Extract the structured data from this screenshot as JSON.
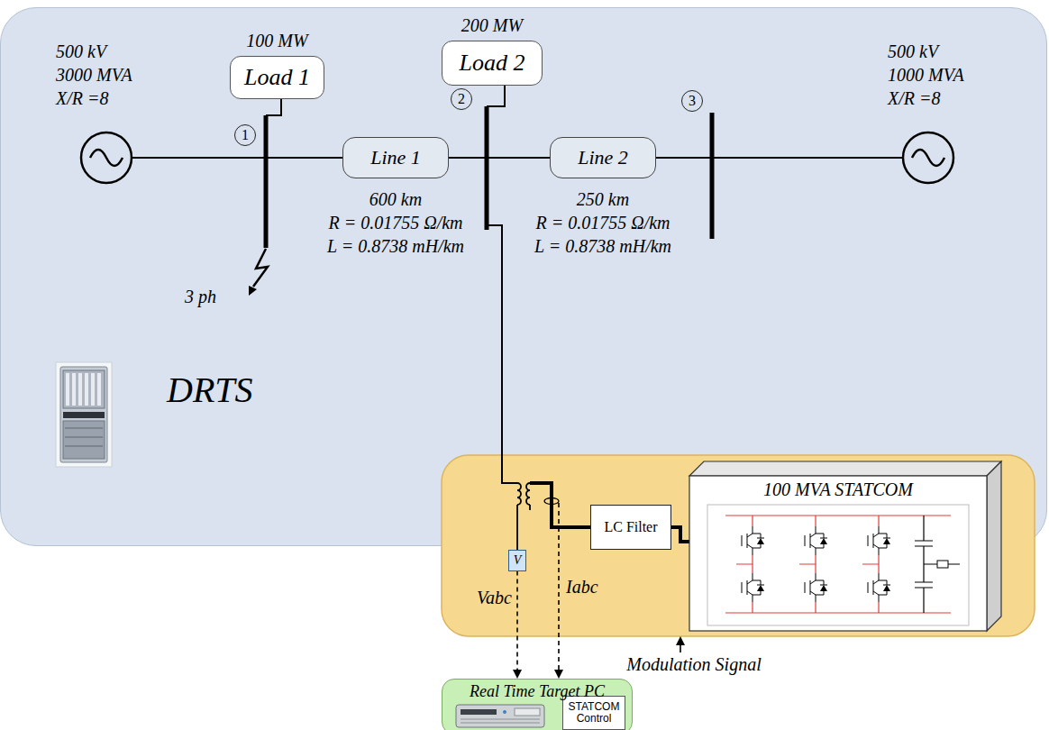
{
  "diagram": {
    "nodes": [
      {
        "text": [
          "DRTS"
        ]
      },
      {
        "text": [
          "100 MW",
          "Load 1"
        ],
        "in": 0
      },
      {
        "text": [
          "1"
        ],
        "in": 0
      },
      {
        "text": [
          "200 MW",
          "Load 2"
        ],
        "in": 0
      },
      {
        "text": [
          "2"
        ],
        "in": 0
      },
      {
        "text": [
          "3"
        ],
        "in": 0
      },
      {
        "text": [
          "Line 1"
        ],
        "in": 0
      },
      {
        "text": [
          "Line 2"
        ],
        "in": 0
      },
      {
        "text": [
          "V"
        ],
        "in": 0
      },
      {
        "text": [
          "LC Filter"
        ],
        "in": 0
      },
      {
        "text": [
          "100 MVA STATCOM"
        ],
        "in": 0
      },
      {
        "text": [
          "Real Time Target PC"
        ]
      },
      {
        "text": [
          "STATCOM Control"
        ],
        "in": 11
      }
    ],
    "edges": [
      {
        "from": 8,
        "to": 11,
        "arrow": "to",
        "label": "Vabc"
      },
      {
        "from": 9,
        "to": 10,
        "arrow": "none"
      }
    ],
    "labels": [
      "500 kV",
      "3000 MVA",
      "X/R =8",
      "500 kV",
      "1000 MVA",
      "X/R =8",
      "600 km",
      "R = 0.01755 Ω/km",
      "L = 0.8738 mH/km",
      "250 km",
      "R = 0.01755 Ω/km",
      "L = 0.8738 mH/km",
      "3 ph",
      "Iabc",
      "Modulation Signal"
    ]
  }
}
